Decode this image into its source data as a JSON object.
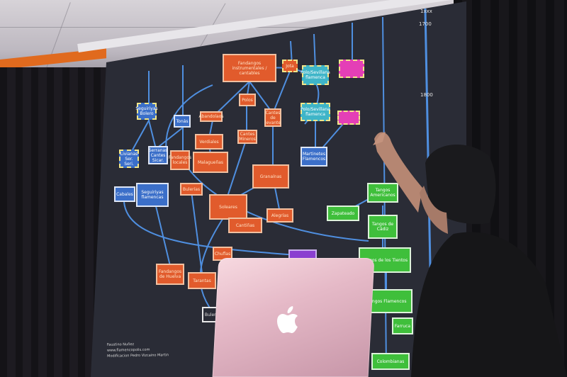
{
  "timeline": {
    "top_label": "1xxx",
    "label_1700": "1700",
    "label_1800": "1800"
  },
  "nodes": {
    "fandangos_top": "Fandangos instrumentales / cantables",
    "jota": "Jota",
    "polo_sevillana": "Polo/Sevillana flamenca",
    "tonas_top": "",
    "seguiriyas_group": "Seguiriyas Bolero",
    "tonas": "Tonás",
    "abandolaos": "Abandolaos",
    "polos": "Polos",
    "cantes_centro": "Cantes de levante",
    "verdiales": "Verdiales",
    "cantes_mineros": "Cantes Mineros",
    "livianas": "Livianas Ser. Seri.",
    "serranas": "Serranas Cantes Sicar.",
    "fandangos_locales": "Fandangos locales",
    "malaguenas": "Malagueñas",
    "granainas": "Granaínas",
    "martinetes": "Martinetes Flamencos",
    "cabales": "Cabales",
    "seguiriyas": "Seguiriyas flamencas",
    "soleares": "Soleares",
    "alegrias": "Alegrías",
    "cantinas": "Cantiñas",
    "tangos_americanos": "Tangos Americanos",
    "zapateado": "Zapateado",
    "tangos_cadiz": "Tangos de Cádiz",
    "tangos_tientos": "Tangos de los Tientos",
    "tangos_flamencos": "Tangos Flamencos",
    "farrucas": "Farruca",
    "colombianas": "Colombianas",
    "fandangos_huelva": "Fandangos de Huelva",
    "tarantas": "Tarantas",
    "bulerias": "Bulerías",
    "chuflas": "Chuflas",
    "purple_box": ""
  },
  "credits": {
    "line1": "Faustino Nuñez",
    "line2": "www.flamencopolis.com",
    "line3": "Modificacion Pedro Vizcaino Martin"
  },
  "colors": {
    "orange": "#e15b2c",
    "blue": "#3b6fc9",
    "green": "#3fbf3b",
    "cyan": "#3fb5c8",
    "magenta": "#e43fb6",
    "connector": "#4f8fe0"
  },
  "laptop": {
    "logo": "apple-logo-icon"
  }
}
